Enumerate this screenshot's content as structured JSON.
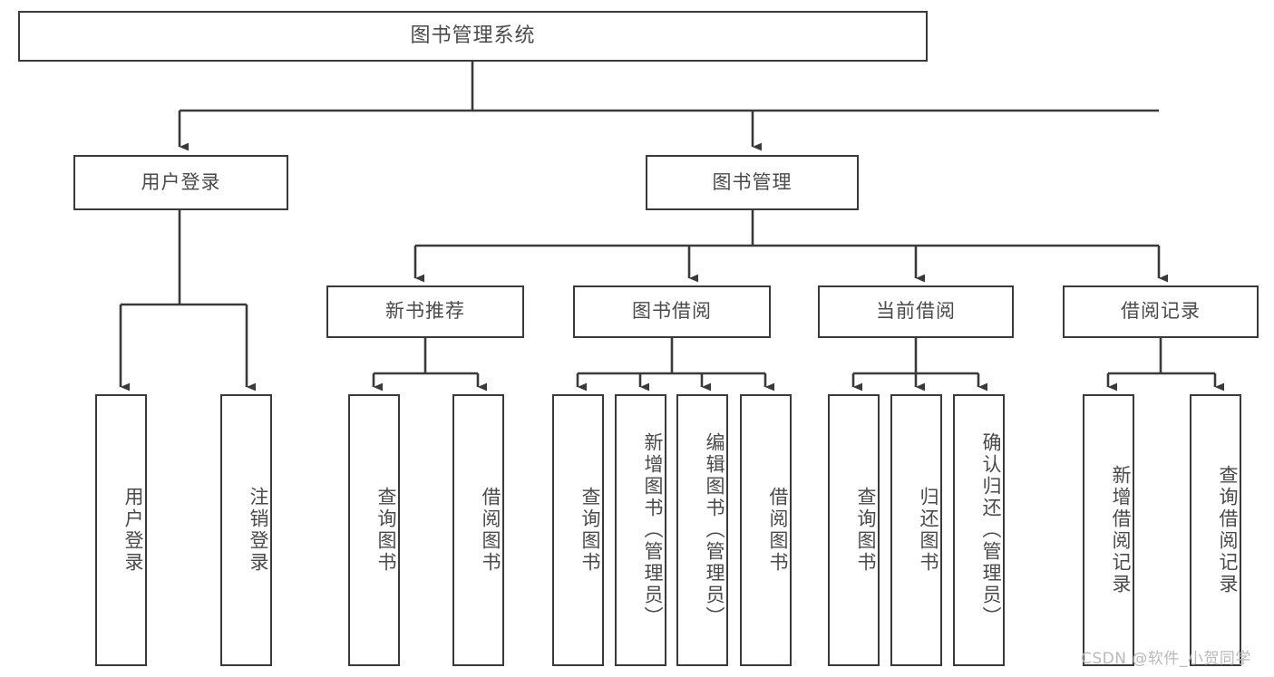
{
  "diagram": {
    "title": "图书管理系统",
    "watermark": "CSDN @软件_小贺同学",
    "line_color": "#3a3a3a",
    "text_color": "#4a4a4a",
    "background": "#ffffff"
  },
  "root": {
    "label": "图书管理系统"
  },
  "level1": [
    {
      "label": "用户登录"
    },
    {
      "label": "图书管理"
    }
  ],
  "level2": [
    {
      "label": "新书推荐"
    },
    {
      "label": "图书借阅"
    },
    {
      "label": "当前借阅"
    },
    {
      "label": "借阅记录"
    }
  ],
  "leaves": {
    "user_login": [
      {
        "label": "用户登录"
      },
      {
        "label": "注销登录"
      }
    ],
    "new_book": [
      {
        "label": "查询图书"
      },
      {
        "label": "借阅图书"
      }
    ],
    "borrow_book": [
      {
        "label": "查询图书"
      },
      {
        "label": "新增图书（管理员）"
      },
      {
        "label": "编辑图书（管理员）"
      },
      {
        "label": "借阅图书"
      }
    ],
    "current_borrow": [
      {
        "label": "查询图书"
      },
      {
        "label": "归还图书"
      },
      {
        "label": "确认归还（管理员）"
      }
    ],
    "borrow_record": [
      {
        "label": "新增借阅记录"
      },
      {
        "label": "查询借阅记录"
      }
    ]
  }
}
